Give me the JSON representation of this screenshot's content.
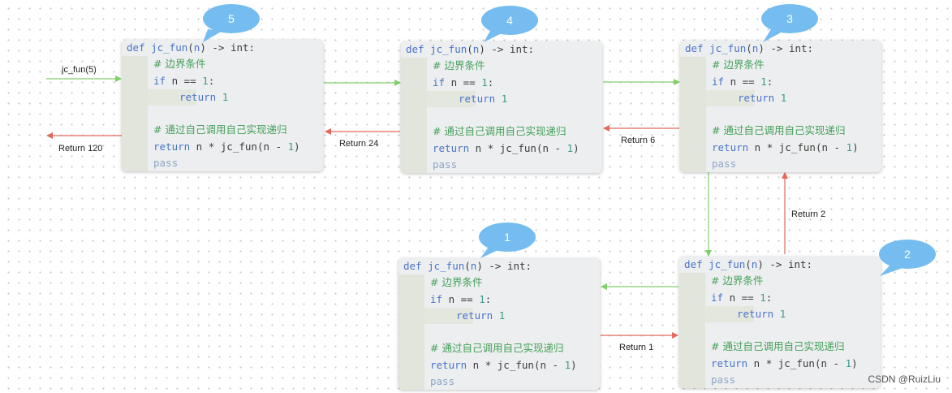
{
  "code": {
    "def_kw": "def",
    "fn_name": "jc_fun",
    "open_paren": "(",
    "param": "n",
    "close_paren": ")",
    "arrow": " -> int:",
    "comment_base": "# 边界条件",
    "if_kw": "if",
    "condition": " n == ",
    "one": "1",
    "colon": ":",
    "return_kw": "return",
    "comment_recursive": "# 通过自己调用自己实现递归",
    "expr_left": " n * jc_fun(n - ",
    "expr_right": ")",
    "pass_kw": "pass"
  },
  "bubbles": {
    "b1": "1",
    "b2": "2",
    "b3": "3",
    "b4": "4",
    "b5": "5"
  },
  "labels": {
    "call": "jc_fun(5)",
    "return_120": "Return 120",
    "return_24": "Return 24",
    "return_6": "Return 6",
    "return_2": "Return 2",
    "return_1": "Return 1"
  },
  "watermark": "CSDN @RuizLiu",
  "colors": {
    "call_arrow": "#7fcf6a",
    "return_arrow": "#e2685a",
    "bubble": "#75bdf0"
  }
}
